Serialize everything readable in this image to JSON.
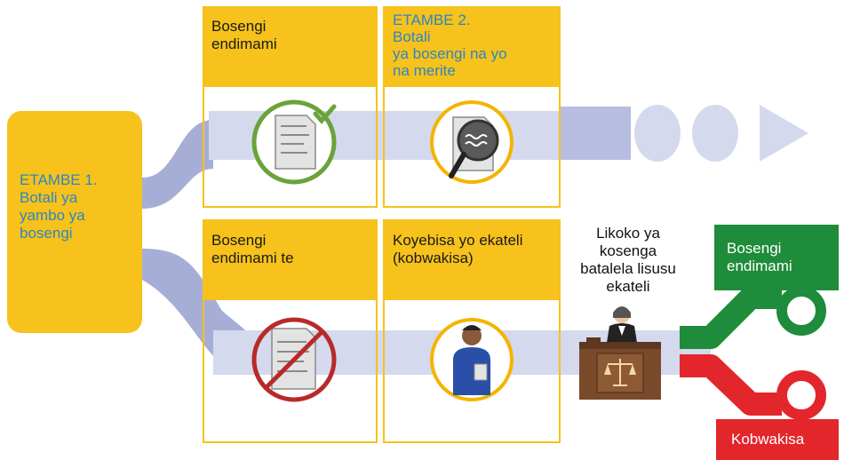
{
  "colors": {
    "yellow": "#f6c21b",
    "flow": "#d4d9ee",
    "flow_dark": "#a7aed6",
    "green": "#1e8c3a",
    "red": "#e3262b",
    "ring_green": "#6aa33a",
    "ring_red": "#b82a2a",
    "ring_yellow": "#f4b400",
    "text_blue": "#2e86c1"
  },
  "stage1": {
    "title": "ETAMBE 1.\nBotali ya\nyambo ya\nbosengi"
  },
  "panels": {
    "accepted": {
      "title": "Bosengi\nendimami",
      "icon": "document-check-icon"
    },
    "stage2": {
      "title": "ETAMBE 2.\nBotali\nya bosengi na yo\nna merite",
      "icon": "magnifier-document-icon"
    },
    "rejected": {
      "title": "Bosengi\nendimami te",
      "icon": "document-prohibited-icon"
    },
    "appeal": {
      "title": "Koyebisa yo ekateli\n(kobwakisa)",
      "icon": "person-icon"
    }
  },
  "court": {
    "caption": "Likoko ya\nkosenga\nbatalela lisusu\nekateli",
    "icon": "judge-icon"
  },
  "outcomes": {
    "accepted_label": "Bosengi\nendimami",
    "rejected_label": "Kobwakisa"
  }
}
